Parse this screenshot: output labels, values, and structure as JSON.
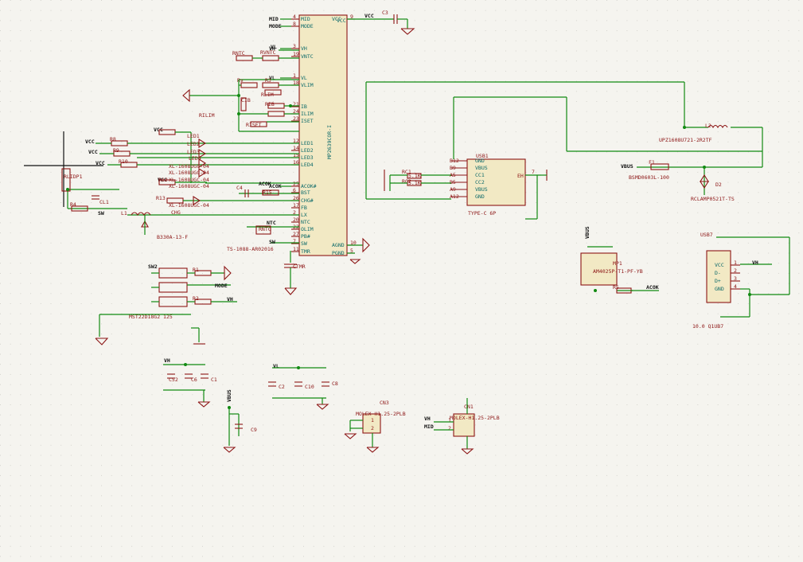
{
  "colors": {
    "background": "#f5f4ef",
    "wire": "#128a12",
    "symbol": "#8c1515",
    "text": "#0d6a6a",
    "grid": "#c9c8c0"
  },
  "main_ic": {
    "ref": "MP2639COR-I",
    "left_pins": [
      {
        "num": "4",
        "name": "MID",
        "net": "MID"
      },
      {
        "num": "8",
        "name": "MODE",
        "net": "MODE"
      },
      {
        "num": "3",
        "name": "VH",
        "net": "VH"
      },
      {
        "num": "19",
        "name": "VNTC",
        "net": ""
      },
      {
        "num": "1",
        "name": "VL",
        "net": "VL"
      },
      {
        "num": "18",
        "name": "VLIM",
        "net": ""
      },
      {
        "num": "21",
        "name": "IB",
        "net": ""
      },
      {
        "num": "24",
        "name": "ILIM",
        "net": ""
      },
      {
        "num": "23",
        "name": "ISET",
        "net": ""
      },
      {
        "num": "12",
        "name": "LED1",
        "net": ""
      },
      {
        "num": "14",
        "name": "LED2",
        "net": ""
      },
      {
        "num": "15",
        "name": "LED3",
        "net": ""
      },
      {
        "num": "16",
        "name": "LED4",
        "net": ""
      },
      {
        "num": "25",
        "name": "ACOK#",
        "net": "ACOK"
      },
      {
        "num": "6",
        "name": "BST",
        "net": ""
      },
      {
        "num": "26",
        "name": "CHG#",
        "net": ""
      },
      {
        "num": "17",
        "name": "FB",
        "net": ""
      },
      {
        "num": "2",
        "name": "LX",
        "net": ""
      },
      {
        "num": "20",
        "name": "NTC",
        "net": ""
      },
      {
        "num": "22",
        "name": "OLIM",
        "net": ""
      },
      {
        "num": "27",
        "name": "PB#",
        "net": ""
      },
      {
        "num": "7",
        "name": "SW",
        "net": ""
      },
      {
        "num": "11",
        "name": "TMR",
        "net": ""
      }
    ],
    "right_pins": [
      {
        "num": "9",
        "name": "VCC",
        "net": "VCC"
      },
      {
        "num": "10",
        "name": "AGND",
        "net": ""
      },
      {
        "num": "5",
        "name": "PGND",
        "net": ""
      }
    ]
  },
  "labels": {
    "vcc": "VCC",
    "c3": "C3",
    "rilim": "RILIM",
    "rntc": "RNTC",
    "rvntc": "RVNTC",
    "rv": "Rv",
    "r3": "R3",
    "rlim": "RLIM",
    "cib": "CIB",
    "rib": "RIB",
    "riset": "RISET",
    "r8": "R8",
    "r9": "R9",
    "r10": "R10",
    "r12": "R12",
    "r13": "R13",
    "led_part": "XL-1608UGC-04",
    "led_part2": "XL-1608UGC-04",
    "led_part3": "XL-1608UGC-04",
    "led_part4": "XL-1608UGC-04",
    "led_part5": "XL-1608UGC-04",
    "vcc2": "VCC",
    "vcc3": "VCC",
    "vcc4": "VCC",
    "vcc5": "VCC",
    "vcc6": "VCC",
    "led1": "LED1",
    "led2": "LED2",
    "led3": "LED3",
    "led4": "LED4",
    "c4": "C4",
    "acok": "ACOK",
    "r15": "R15",
    "l1": "L1",
    "chg": "CHG",
    "cl1": "CL1",
    "r4": "R4",
    "sw": "SW",
    "diode": "B330A-13-F",
    "rntc2": "RNTC",
    "ntc": "NTC",
    "sw2": "SW",
    "button": "TS-1088-AR02016",
    "ctmr": "CTMR",
    "vl": "VL",
    "rlidp1": "RLIDP1",
    "sw3": "SW2",
    "r1": "R1",
    "mode": "MODE",
    "r2": "R2",
    "vh": "VH",
    "switch_part": "MST22D18G2 125",
    "usb": "USB1",
    "usb_pins": [
      "B12",
      "B9",
      "A5",
      "B5",
      "A9",
      "A12"
    ],
    "usb_names": [
      "GND",
      "VBUS",
      "CC1",
      "CC2",
      "VBUS",
      "GND"
    ],
    "usb_pins_r": [
      "7"
    ],
    "usb_names_r": [
      "EH"
    ],
    "rc1": "RC1",
    "rc2": "RC2",
    "rc_val": "5.1K",
    "rc_val2": "5.1K",
    "usb_part": "TYPE-C 6P",
    "inductor": "L2",
    "inductor_part": "UPZ1608U721-2R2TF",
    "vbus": "VBUS",
    "f1": "F1",
    "fuse_part": "BSMD0603L-100",
    "d2": "D2",
    "tvs": "RCLAMP0521T-TS",
    "vbus2": "VBUS",
    "mp1": "MP1",
    "mp_part": "AM4025P-T1-PF-YB",
    "r5": "R5",
    "acok2": "ACOK",
    "u": "USB7",
    "u_pins": [
      "VCC",
      "D-",
      "D+",
      "GND"
    ],
    "u_nums": [
      "1",
      "2",
      "3",
      "4"
    ],
    "u_part": "10.0 Q1UB7",
    "vh2": "VH",
    "c52": "C52",
    "c6": "C6",
    "c1": "C1",
    "vl2": "VL",
    "c2": "C2",
    "c10": "C10",
    "c8": "C8",
    "vbus3": "VBUS",
    "c9": "C9",
    "cn": "CN3",
    "cn_part": "MOLEX-H1.25-2PLB",
    "cn2": "CN1",
    "cn2_part": "MOLEX-H1.25-2PLB",
    "vh3": "VH",
    "mid": "MID",
    "pins12": [
      "1",
      "2"
    ]
  }
}
